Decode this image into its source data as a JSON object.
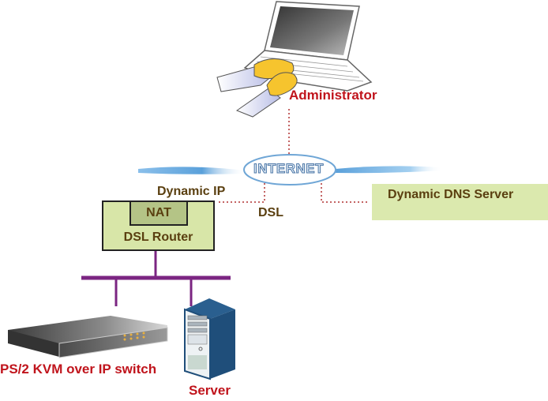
{
  "diagram": {
    "title": "PS/2 KVM over IP switch with Dynamic DNS",
    "nodes": {
      "administrator": {
        "label": "Administrator",
        "icon": "laptop-with-hands-icon"
      },
      "internet": {
        "label": "INTERNET",
        "icon": "cloud-ellipse-icon"
      },
      "dynamic_ip": {
        "label": "Dynamic IP"
      },
      "dsl": {
        "label": "DSL"
      },
      "router": {
        "label": "DSL Router",
        "nat_label": "NAT"
      },
      "ddns_server": {
        "label": "Dynamic DNS Server"
      },
      "kvm_switch": {
        "label": "PS/2 KVM over IP switch",
        "icon": "kvm-switch-icon"
      },
      "server": {
        "label": "Server",
        "icon": "server-tower-icon"
      }
    },
    "connections": [
      {
        "from": "administrator",
        "to": "internet",
        "style": "dotted"
      },
      {
        "from": "internet",
        "to": "router",
        "style": "dotted",
        "label": "DSL"
      },
      {
        "from": "internet",
        "to": "ddns_server",
        "style": "dotted"
      },
      {
        "from": "router",
        "to": "lan-bus",
        "style": "solid"
      },
      {
        "from": "lan-bus",
        "to": "kvm_switch",
        "style": "solid"
      },
      {
        "from": "lan-bus",
        "to": "server",
        "style": "solid"
      }
    ],
    "colors": {
      "label_red": "#c0141c",
      "label_brown": "#5a3f10",
      "router_fill": "#d8e6a8",
      "nat_fill": "#b4c486",
      "ddns_fill": "#dbe9ae",
      "lan_bus": "#7b2582",
      "dotted_link": "#b03030",
      "internet_outline": "#6fa6d6",
      "server_blue": "#1f4e7a"
    }
  }
}
